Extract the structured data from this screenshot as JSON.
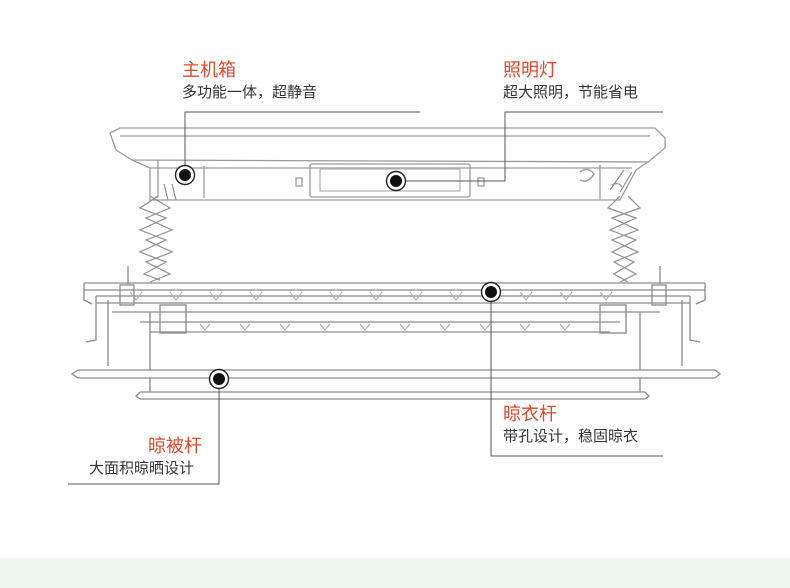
{
  "colors": {
    "accent": "#e2492a",
    "text": "#333333",
    "line": "#555555",
    "bottom_band": "#eef6f1"
  },
  "callouts": [
    {
      "key": "main_box",
      "title": "主机箱",
      "desc": "多功能一体，超静音"
    },
    {
      "key": "light",
      "title": "照明灯",
      "desc": "超大照明，节能省电"
    },
    {
      "key": "rod",
      "title": "晾衣杆",
      "desc": "带孔设计，稳固晾衣"
    },
    {
      "key": "quilt_rod",
      "title": "晾被杆",
      "desc": "大面积晾晒设计"
    }
  ]
}
